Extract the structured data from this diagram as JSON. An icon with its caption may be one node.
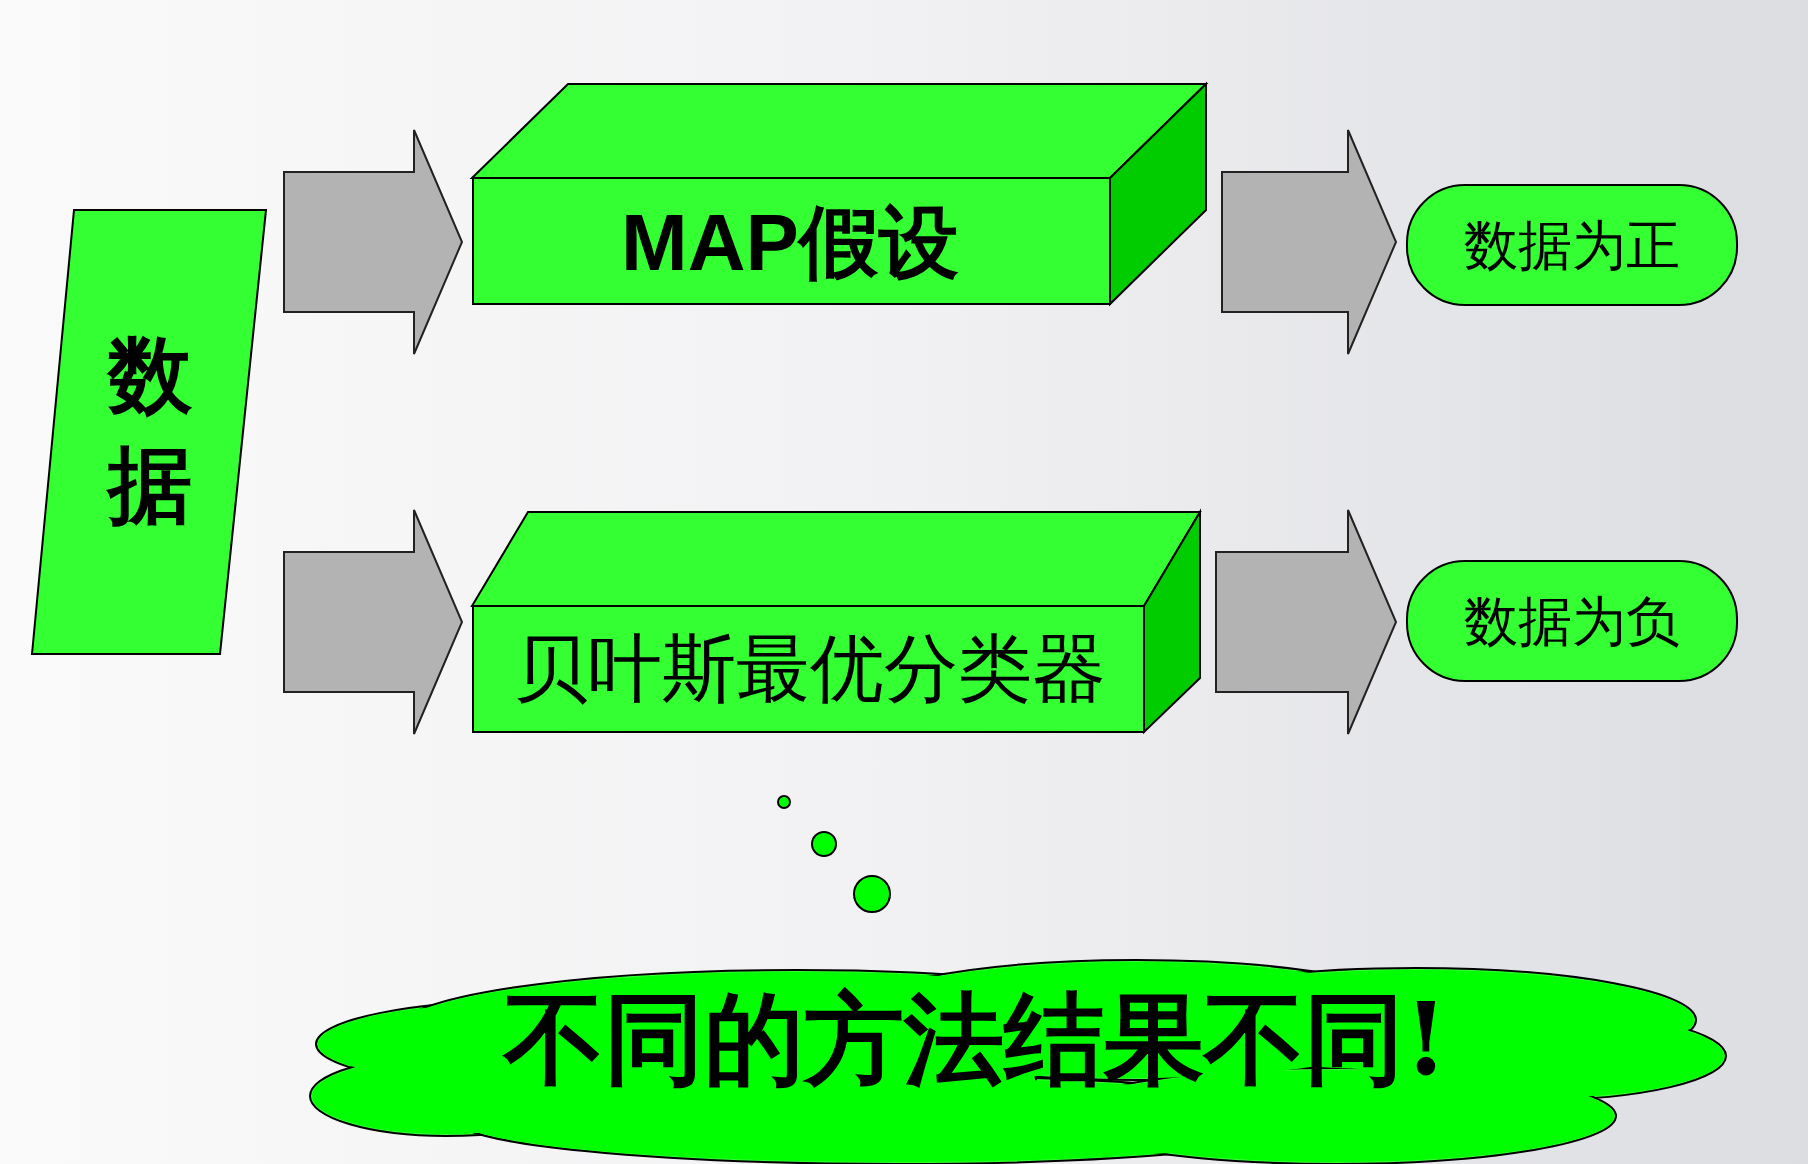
{
  "diagram": {
    "nodes": [
      {
        "text": [
          "数据"
        ]
      },
      {
        "text": [
          "MAP假设"
        ]
      },
      {
        "text": [
          "贝叶斯最优分类器"
        ]
      },
      {
        "text": [
          "数据为正"
        ]
      },
      {
        "text": [
          "数据为负"
        ]
      },
      {
        "text": [
          "不同的方法结果不同!"
        ]
      }
    ],
    "edges": [
      {
        "from": 0,
        "to": 1,
        "arrow": "to"
      },
      {
        "from": 0,
        "to": 2,
        "arrow": "to"
      },
      {
        "from": 1,
        "to": 3,
        "arrow": "to"
      },
      {
        "from": 2,
        "to": 4,
        "arrow": "to"
      }
    ]
  }
}
